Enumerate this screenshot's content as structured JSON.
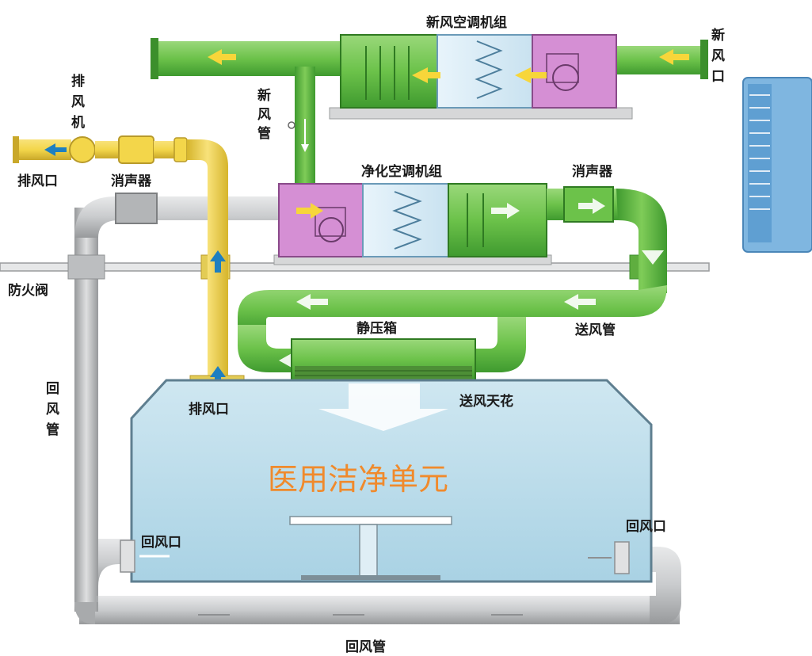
{
  "labels": {
    "fresh_air_ahu": "新风空调机组",
    "fresh_air_inlet": "新风口",
    "fresh_air_duct": "新风管",
    "exhaust_fan": "排风机",
    "exhaust_outlet_top": "排风口",
    "silencer_left": "消声器",
    "purification_ahu": "净化空调机组",
    "silencer_right": "消声器",
    "fire_damper": "防火阀",
    "supply_duct": "送风管",
    "static_pressure_box": "静压箱",
    "return_duct_left": "回风管",
    "exhaust_outlet_room": "排风口",
    "supply_ceiling": "送风天花",
    "room_title": "医用洁净单元",
    "return_inlet_left": "回风口",
    "return_inlet_right": "回风口",
    "return_duct_bottom": "回风管"
  },
  "colors": {
    "green_duct": "#6cc24a",
    "green_dark": "#3c8f2c",
    "grey_duct": "#c9cbcd",
    "grey_dark": "#8e9092",
    "yellow_duct": "#f3d64a",
    "purple_unit": "#d58fd4",
    "room_fill": "#b8dcea",
    "arrow_yellow": "#f7d63a",
    "arrow_blue": "#1e7fc0",
    "title_orange": "#f08a2c"
  }
}
